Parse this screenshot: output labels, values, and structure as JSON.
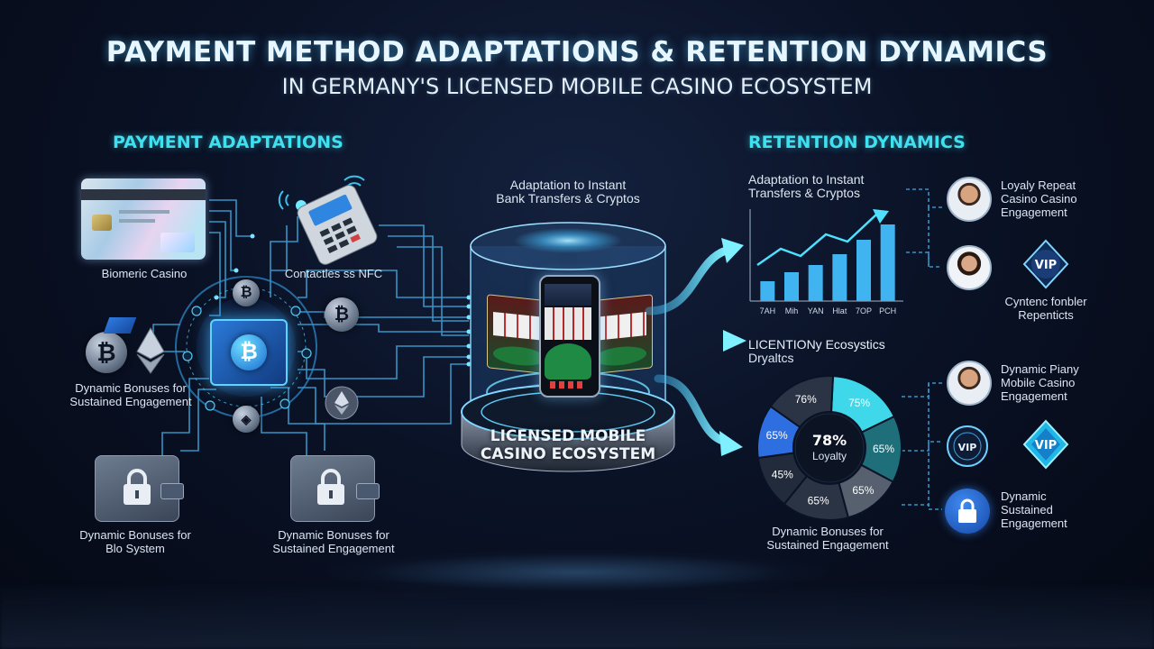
{
  "header": {
    "title": "PAYMENT METHOD ADAPTATIONS & RETENTION DYNAMICS",
    "subtitle": "IN GERMANY'S LICENSED MOBILE CASINO ECOSYSTEM"
  },
  "left": {
    "heading": "PAYMENT ADAPTATIONS",
    "card_label": "Biomeric Casino",
    "terminal_label": "Contactles ss NFC",
    "crypto_label": [
      "Dynamic Bonuses for",
      "Sustained Engagement"
    ],
    "wallet1_label": [
      "Dynamic Bonuses for",
      "Blo System"
    ],
    "wallet2_label": [
      "Dynamic Bonuses for",
      "Sustained Engagement"
    ],
    "coin_symbol": "₿"
  },
  "center": {
    "caption": [
      "Adaptation to Instant",
      "Bank Transfers & Cryptos"
    ],
    "pedestal_label": [
      "LICENSED MOBILE",
      "CASINO ECOSYSTEM"
    ]
  },
  "right": {
    "heading": "RETENTION DYNAMICS",
    "bar_caption": [
      "Adaptation to Instant",
      "Transfers & Cryptos"
    ],
    "loyalty_caption": [
      "LICENTIONy Ecosystics",
      "Dryaltcs"
    ],
    "donut_caption": [
      "Dynamic Bonuses for",
      "Sustained Engagement"
    ],
    "item1": [
      "Loyaly Repeat",
      "Casino Casino",
      "Engagement"
    ],
    "item2": [
      "Cyntenc fonbler",
      "Repenticts"
    ],
    "item3": [
      "Dynamic Piany",
      "Mobile Casino",
      "Engagement"
    ],
    "item4": [
      "Dynamic",
      "Sustained",
      "Engagement"
    ],
    "vip": "VIP",
    "vip_small": "VIP"
  },
  "chart_data": [
    {
      "type": "bar",
      "categories": [
        "7AH",
        "Mih",
        "YAN",
        "Hlat",
        "7OP",
        "PCH"
      ],
      "values": [
        22,
        32,
        40,
        52,
        68,
        85
      ],
      "ylim": [
        0,
        100
      ],
      "title": "",
      "xlabel": "",
      "ylabel": "",
      "bar_color": "#3fb4f0"
    },
    {
      "type": "pie",
      "center_value": "78%",
      "center_label": "Loyalty",
      "slices": [
        {
          "label": "75%",
          "value": 17,
          "color": "#3fd8ea"
        },
        {
          "label": "65%",
          "value": 15,
          "color": "#1f6f7a"
        },
        {
          "label": "65%",
          "value": 13,
          "color": "#56606e"
        },
        {
          "label": "65%",
          "value": 15,
          "color": "#2a3444"
        },
        {
          "label": "45%",
          "value": 12,
          "color": "#222b3b"
        },
        {
          "label": "65%",
          "value": 12,
          "color": "#2d6fe0"
        },
        {
          "label": "76%",
          "value": 16,
          "color": "#2a3444"
        }
      ]
    }
  ]
}
